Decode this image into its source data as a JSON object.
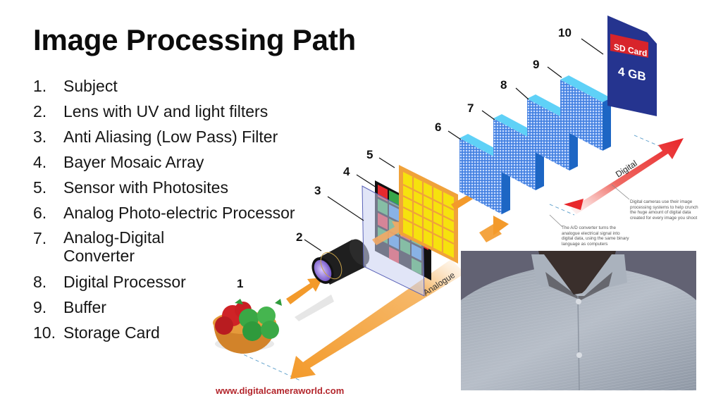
{
  "slide": {
    "title": "Image Processing Path",
    "steps": [
      {
        "num": "1.",
        "label": "Subject"
      },
      {
        "num": "2.",
        "label": "Lens with UV and light filters"
      },
      {
        "num": "3.",
        "label": "Anti Aliasing (Low Pass) Filter"
      },
      {
        "num": "4.",
        "label": "Bayer Mosaic Array"
      },
      {
        "num": "5.",
        "label": "Sensor with Photosites"
      },
      {
        "num": "6.",
        "label": "Analog Photo-electric Processor"
      },
      {
        "num": "7.",
        "label": "Analog-Digital Converter"
      },
      {
        "num": "8.",
        "label": "Digital Processor"
      },
      {
        "num": "9.",
        "label": "Buffer"
      },
      {
        "num": "10.",
        "label": "Storage Card"
      }
    ]
  },
  "diagram": {
    "callouts": [
      "1",
      "2",
      "3",
      "4",
      "5",
      "6",
      "7",
      "8",
      "9",
      "10"
    ],
    "sd_card": {
      "brand_label": "SD Card",
      "capacity": "4 GB"
    },
    "arrow_labels": {
      "analogue": "Analogue",
      "digital": "Digital"
    },
    "notes": {
      "digital": "Digital cameras use their image processing systems to help crunch the huge amount of digital data created for every image you shoot",
      "ad_converter": "The A/D converter turns the analogue electrical signal into digital data, using the same binary language as computers"
    },
    "watermark": "www.digitalcameraworld.com",
    "colors": {
      "orange_arrow": "#f39a2b",
      "red_arrow": "#e8262a",
      "processor_blue": "#2f6fd6",
      "processor_edge": "#38b6ea",
      "sd_card_blue": "#25348f",
      "sd_label_red": "#d8242b",
      "sensor_yellow": "#f6e20e",
      "sensor_frame": "#f0a23a",
      "watermark_red": "#b3262c"
    }
  },
  "video_overlay": {
    "description": "presenter-webcam"
  }
}
